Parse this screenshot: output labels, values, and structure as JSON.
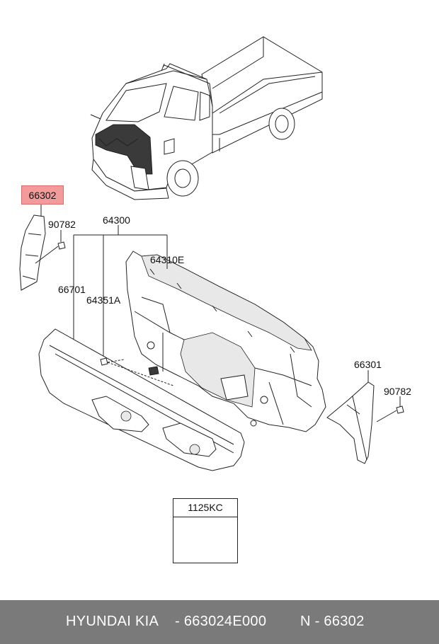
{
  "highlighted_part": "66302",
  "labels": {
    "l66302": "66302",
    "l90782_left": "90782",
    "l64300": "64300",
    "l64310E": "64310E",
    "l66701": "66701",
    "l64351A": "64351A",
    "l66301": "66301",
    "l90782_right": "90782",
    "l1125KC": "1125KC"
  },
  "footer": {
    "brand": "HYUNDAI  KIA",
    "part_number": "- 663024E000",
    "ref": "N - 66302"
  },
  "colors": {
    "highlight": "#f39a9a",
    "footer_bg": "#7a7a7a",
    "footer_text": "#ffffff"
  }
}
